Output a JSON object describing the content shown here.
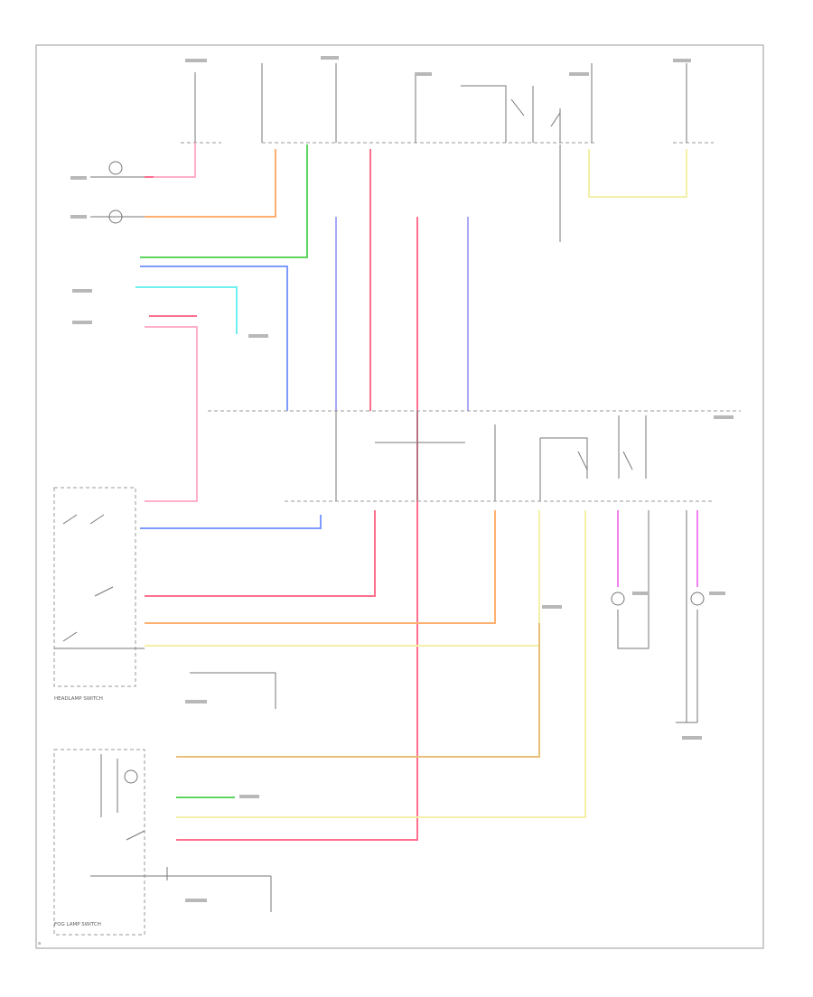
{
  "labels": {
    "headlamp_switch": "HEADLAMP SWITCH",
    "fog_lamp_switch": "FOG LAMP SWITCH",
    "footer": "a"
  },
  "colors": {
    "red": "#ff6f8e",
    "pink": "#ffb0c8",
    "orange": "#ffb070",
    "green": "#5cd65c",
    "blue": "#7f9bff",
    "cyan": "#6ff0f0",
    "yellow": "#f3f0a8",
    "tan": "#e8c07a",
    "magenta": "#f07ff0",
    "lavender": "#a9a9f5",
    "black": "#777777"
  }
}
